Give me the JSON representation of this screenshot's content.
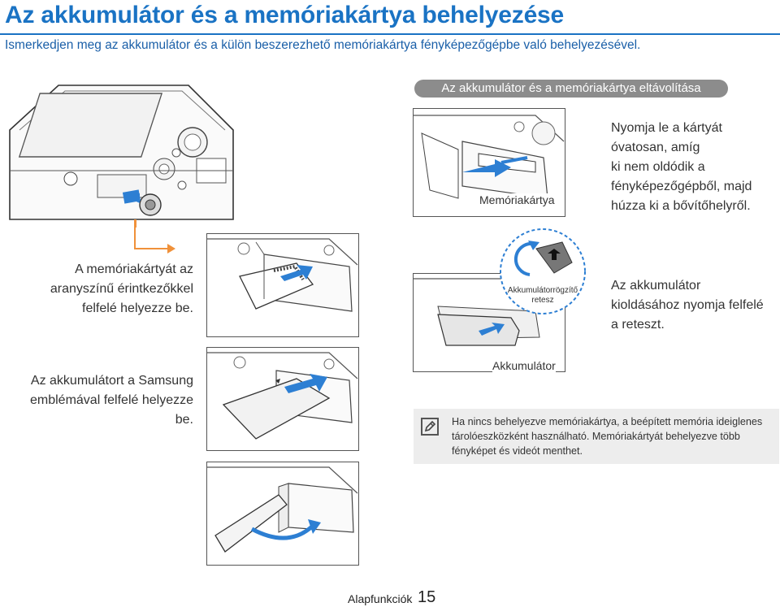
{
  "header": {
    "title": "Az akkumulátor és a memóriakártya behelyezése",
    "intro": "Ismerkedjen meg az akkumulátor és a külön beszerezhető memóriakártya fényképezőgépbe való behelyezésével."
  },
  "removal": {
    "heading": "Az akkumulátor és a memóriakártya eltávolítása",
    "card_label": "Memóriakártya",
    "card_instructions": [
      "Nyomja le a kártyát",
      "óvatosan, amíg",
      "ki nem oldódik a",
      "fényképezőgépből, majd",
      "húzza ki a bővítőhelyről."
    ],
    "lock_label_line1": "Akkumulátorrögzítő",
    "lock_label_line2": "retesz",
    "battery_label": "Akkumulátor",
    "lock_instructions": [
      "Az akkumulátor",
      "kioldásához nyomja felfelé",
      "a reteszt."
    ]
  },
  "insertion": {
    "card_instructions": [
      "A memóriakártyát az",
      "aranyszínű érintkezőkkel",
      "felfelé helyezze be."
    ],
    "battery_instructions": [
      "Az akkumulátort a Samsung",
      "emblémával felfelé helyezze",
      "be."
    ]
  },
  "note": {
    "icon": "note-pencil-icon",
    "text": "Ha nincs behelyezve memóriakártya, a beépített memória ideiglenes tárolóeszközként használható. Memóriakártyát behelyezve több fényképet és videót menthet."
  },
  "footer": {
    "section": "Alapfunkciók",
    "page": "15"
  },
  "colors": {
    "accent": "#1a73c4",
    "arrow_blue": "#2d7fd3",
    "orange": "#f0913a",
    "header_gray": "#8c8c8c"
  }
}
